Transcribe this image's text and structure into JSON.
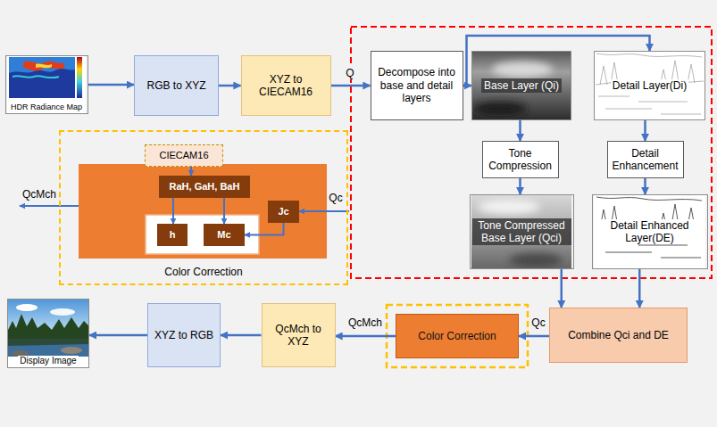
{
  "diagram": {
    "nodes": [
      {
        "text": [
          "HDR Radiance Map"
        ]
      },
      {
        "text": [
          "RGB to XYZ"
        ]
      },
      {
        "text": [
          "XYZ to CIECAM16"
        ]
      },
      {
        "text": [
          "Decompose into base and detail layers"
        ]
      },
      {
        "text": [
          "Base Layer (Qi)"
        ]
      },
      {
        "text": [
          "Detail Layer(Di)"
        ]
      },
      {
        "text": [
          "Tone Compression"
        ]
      },
      {
        "text": [
          "Detail Enhancement"
        ]
      },
      {
        "text": [
          "Tone Compressed Base Layer (Qci)"
        ]
      },
      {
        "text": [
          "Detail Enhanced Layer(DE)"
        ]
      },
      {
        "text": [
          "Color Correction"
        ]
      },
      {
        "text": [
          "CIECAM16"
        ],
        "in": 10
      },
      {
        "text": [
          "RaH, GaH, BaH"
        ],
        "in": 10
      },
      {
        "text": [
          "Jc"
        ],
        "in": 10
      },
      {
        "text": [
          "h"
        ],
        "in": 10
      },
      {
        "text": [
          "Mc"
        ],
        "in": 10
      },
      {
        "text": [
          "Combine Qci and DE"
        ]
      },
      {
        "text": [
          "Color Correction"
        ]
      },
      {
        "text": [
          "QcMch to XYZ"
        ]
      },
      {
        "text": [
          "XYZ to RGB"
        ]
      },
      {
        "text": [
          "Display Image"
        ]
      }
    ],
    "edges": [
      {
        "from": 0,
        "to": 1,
        "arrow": "to"
      },
      {
        "from": 1,
        "to": 2,
        "arrow": "to"
      },
      {
        "from": 2,
        "to": 3,
        "label": "Q",
        "arrow": "to"
      },
      {
        "from": 3,
        "to": 4,
        "arrow": "to"
      },
      {
        "from": 3,
        "to": 5,
        "arrow": "to"
      },
      {
        "from": 4,
        "to": 6,
        "arrow": "to"
      },
      {
        "from": 5,
        "to": 7,
        "arrow": "to"
      },
      {
        "from": 6,
        "to": 8,
        "arrow": "to"
      },
      {
        "from": 7,
        "to": 9,
        "arrow": "to"
      },
      {
        "from": 8,
        "to": 16,
        "arrow": "to"
      },
      {
        "from": 9,
        "to": 16,
        "arrow": "to"
      },
      {
        "from": 16,
        "to": 17,
        "label": "Qc",
        "arrow": "to"
      },
      {
        "from": 17,
        "to": 18,
        "label": "QcMch",
        "arrow": "to"
      },
      {
        "from": 18,
        "to": 19,
        "arrow": "to"
      },
      {
        "from": 19,
        "to": 20,
        "arrow": "to"
      },
      {
        "from": 11,
        "to": 12,
        "arrow": "to"
      },
      {
        "from": 12,
        "to": 14,
        "arrow": "to"
      },
      {
        "from": 12,
        "to": 15,
        "arrow": "to"
      },
      {
        "from": 13,
        "to": 15,
        "arrow": "to"
      }
    ],
    "labels": [
      "Qc",
      "QcMch"
    ]
  }
}
